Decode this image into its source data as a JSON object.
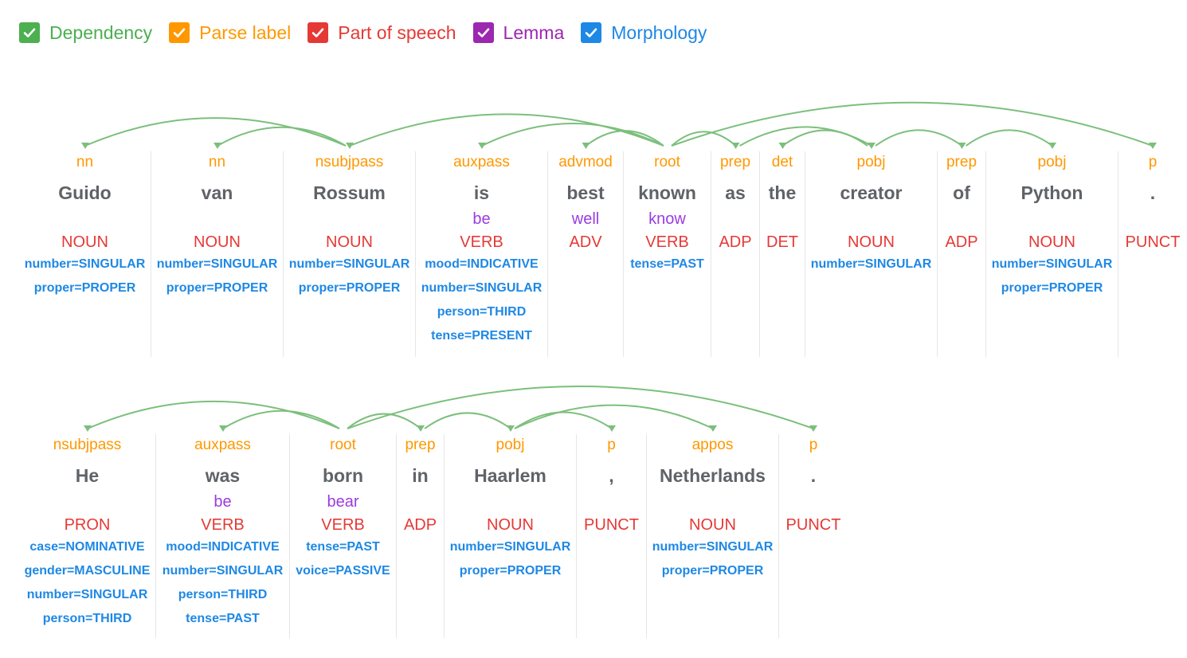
{
  "toolbar": {
    "toggles": [
      {
        "key": "dependency",
        "label": "Dependency",
        "color": "#4caf50",
        "checked": true
      },
      {
        "key": "parse_label",
        "label": "Parse label",
        "color": "#ff9800",
        "checked": true
      },
      {
        "key": "part_of_speech",
        "label": "Part of speech",
        "color": "#e53935",
        "checked": true
      },
      {
        "key": "lemma",
        "label": "Lemma",
        "color": "#9c27b0",
        "checked": true
      },
      {
        "key": "morphology",
        "label": "Morphology",
        "color": "#1e88e5",
        "checked": true
      }
    ]
  },
  "colors": {
    "arc": "#7cbf7c",
    "parse_label": "#ff9800",
    "word": "#5f6368",
    "lemma": "#9c3be0",
    "pos": "#e53935",
    "morph": "#1e88e5"
  },
  "sentences": [
    {
      "tokens": [
        {
          "word": "Guido",
          "label": "nn",
          "lemma": "",
          "pos": "NOUN",
          "morph": [
            "number=SINGULAR",
            "proper=PROPER"
          ],
          "head": 2
        },
        {
          "word": "van",
          "label": "nn",
          "lemma": "",
          "pos": "NOUN",
          "morph": [
            "number=SINGULAR",
            "proper=PROPER"
          ],
          "head": 2
        },
        {
          "word": "Rossum",
          "label": "nsubjpass",
          "lemma": "",
          "pos": "NOUN",
          "morph": [
            "number=SINGULAR",
            "proper=PROPER"
          ],
          "head": 5
        },
        {
          "word": "is",
          "label": "auxpass",
          "lemma": "be",
          "pos": "VERB",
          "morph": [
            "mood=INDICATIVE",
            "number=SINGULAR",
            "person=THIRD",
            "tense=PRESENT"
          ],
          "head": 5
        },
        {
          "word": "best",
          "label": "advmod",
          "lemma": "well",
          "pos": "ADV",
          "morph": [],
          "head": 5
        },
        {
          "word": "known",
          "label": "root",
          "lemma": "know",
          "pos": "VERB",
          "morph": [
            "tense=PAST"
          ],
          "head": null
        },
        {
          "word": "as",
          "label": "prep",
          "lemma": "",
          "pos": "ADP",
          "morph": [],
          "head": 5
        },
        {
          "word": "the",
          "label": "det",
          "lemma": "",
          "pos": "DET",
          "morph": [],
          "head": 8
        },
        {
          "word": "creator",
          "label": "pobj",
          "lemma": "",
          "pos": "NOUN",
          "morph": [
            "number=SINGULAR"
          ],
          "head": 6
        },
        {
          "word": "of",
          "label": "prep",
          "lemma": "",
          "pos": "ADP",
          "morph": [],
          "head": 8
        },
        {
          "word": "Python",
          "label": "pobj",
          "lemma": "",
          "pos": "NOUN",
          "morph": [
            "number=SINGULAR",
            "proper=PROPER"
          ],
          "head": 9
        },
        {
          "word": ".",
          "label": "p",
          "lemma": "",
          "pos": "PUNCT",
          "morph": [],
          "head": 5
        }
      ]
    },
    {
      "tokens": [
        {
          "word": "He",
          "label": "nsubjpass",
          "lemma": "",
          "pos": "PRON",
          "morph": [
            "case=NOMINATIVE",
            "gender=MASCULINE",
            "number=SINGULAR",
            "person=THIRD"
          ],
          "head": 2
        },
        {
          "word": "was",
          "label": "auxpass",
          "lemma": "be",
          "pos": "VERB",
          "morph": [
            "mood=INDICATIVE",
            "number=SINGULAR",
            "person=THIRD",
            "tense=PAST"
          ],
          "head": 2
        },
        {
          "word": "born",
          "label": "root",
          "lemma": "bear",
          "pos": "VERB",
          "morph": [
            "tense=PAST",
            "voice=PASSIVE"
          ],
          "head": null
        },
        {
          "word": "in",
          "label": "prep",
          "lemma": "",
          "pos": "ADP",
          "morph": [],
          "head": 2
        },
        {
          "word": "Haarlem",
          "label": "pobj",
          "lemma": "",
          "pos": "NOUN",
          "morph": [
            "number=SINGULAR",
            "proper=PROPER"
          ],
          "head": 3
        },
        {
          "word": ",",
          "label": "p",
          "lemma": "",
          "pos": "PUNCT",
          "morph": [],
          "head": 4
        },
        {
          "word": "Netherlands",
          "label": "appos",
          "lemma": "",
          "pos": "NOUN",
          "morph": [
            "number=SINGULAR",
            "proper=PROPER"
          ],
          "head": 4
        },
        {
          "word": ".",
          "label": "p",
          "lemma": "",
          "pos": "PUNCT",
          "morph": [],
          "head": 2
        }
      ]
    }
  ]
}
